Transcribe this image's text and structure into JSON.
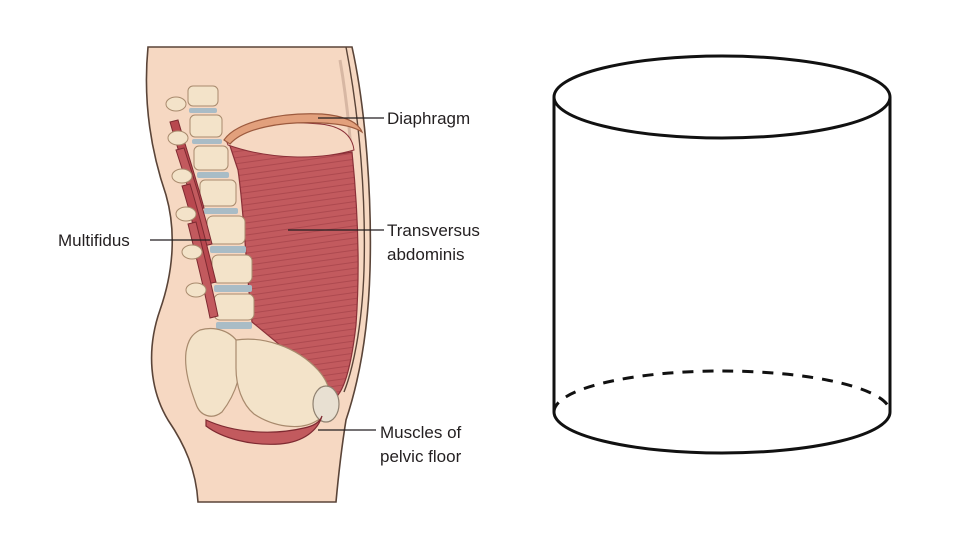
{
  "labels": {
    "diaphragm": "Diaphragm",
    "multifidus": "Multifidus",
    "transversus_line1": "Transversus",
    "transversus_line2": "abdominis",
    "pelvic_line1": "Muscles of",
    "pelvic_line2": "pelvic floor"
  },
  "colors": {
    "skin": "#f6d8c2",
    "skin_outline": "#5a4438",
    "bone": "#f3e3c9",
    "disc": "#a9bcc6",
    "muscle": "#c25a5e",
    "muscle_dark": "#9c3b43",
    "diaphragm": "#e2a07c",
    "cylinder_stroke": "#111111"
  }
}
